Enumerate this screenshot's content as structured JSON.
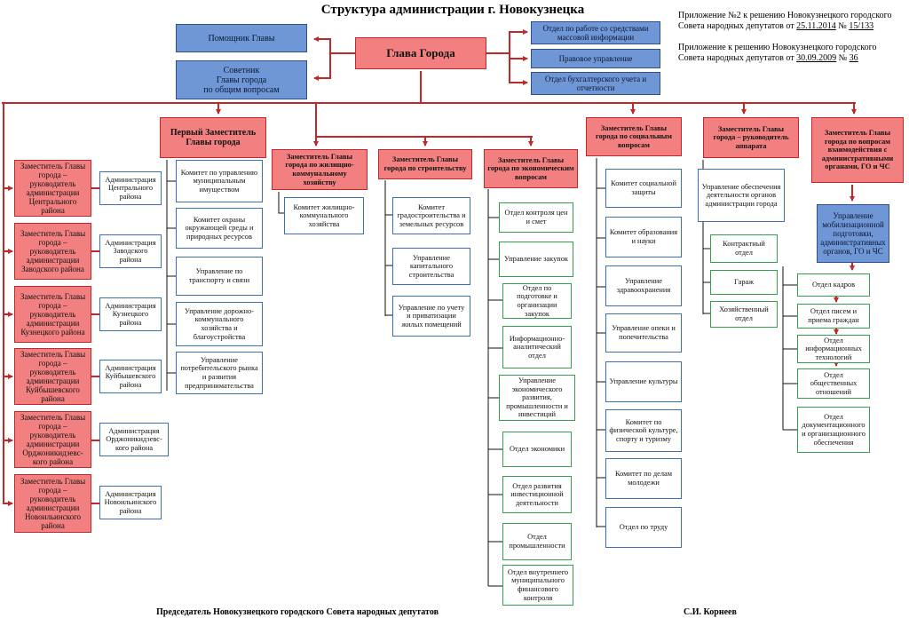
{
  "header": {
    "title": "Структура администрации г. Новокузнецка",
    "appendix2_line1": "Приложение №2 к решению Новокузнецкого городского",
    "appendix2_line2_prefix": "Совета народных депутатов от ",
    "appendix2_date": "25.11.2014",
    "appendix2_no_label": " № ",
    "appendix2_no": "15/133",
    "appendix1_line1": "Приложение  к решению Новокузнецкого городского",
    "appendix1_line2_prefix": "Совета народных депутатов от ",
    "appendix1_date": "30.09.2009",
    "appendix1_no_label": " № ",
    "appendix1_no": "36"
  },
  "footer": {
    "left": "Председатель Новокузнецкого городского Совета народных депутатов",
    "right": "С.И. Корнеев"
  },
  "colors": {
    "red_fill": "#f28080",
    "red_border": "#c0282a",
    "blue_fill": "#6f97d6",
    "blue_border": "#3d6fb4",
    "green_border": "#35a04b"
  },
  "head": "Глава Города",
  "top_left": [
    "Помощник Главы",
    "Советник\nГлавы города\nпо общим  вопросам"
  ],
  "top_right": [
    "Отдел по работе со средствами массовой информации",
    "Правовое управление",
    "Отдел бухгалтерского учета и отчетности"
  ],
  "districts": [
    {
      "head": "Заместитель Главы города – руководитель администрации Центрального района",
      "admin": "Администрация Центрального района"
    },
    {
      "head": "Заместитель Главы города – руководитель администрации Заводского района",
      "admin": "Администрация Заводского района"
    },
    {
      "head": "Заместитель Главы города – руководитель администрации Кузнецкого района",
      "admin": "Администрация Кузнецкого района"
    },
    {
      "head": "Заместитель Главы города – руководитель администрации Куйбышевского района",
      "admin": "Администрация Куйбышевского района"
    },
    {
      "head": "Заместитель Главы города – руководитель администрации Орджоникидзевс-кого района",
      "admin": "Администрация Орджоникидзевс-кого района"
    },
    {
      "head": "Заместитель Главы города – руководитель администрации Новоильинского района",
      "admin": "Администрация Новоильинского района"
    }
  ],
  "first_deputy": {
    "head": "Первый Заместитель Главы города",
    "units": [
      "Комитет по управлению муниципальным имуществом",
      "Комитет охраны окружающей среды и природных ресурсов",
      "Управление по транспорту и связи",
      "Управление дорожно-коммунального хозяйства и благоустройства",
      "Управление потребительского рынка и развития предпринимательства"
    ]
  },
  "housing": {
    "head": "Заместитель Главы города по жилищно-коммунальному хозяйству",
    "units": [
      "Комитет жилищно-коммунального хозяйства"
    ]
  },
  "construction": {
    "head": "Заместитель Главы города по строительству",
    "units": [
      "Комитет градостроительства и земельных ресурсов",
      "Управление капитального строительства",
      "Управление по учету и приватизации жилых помещений"
    ]
  },
  "economy": {
    "head": "Заместитель Главы города по экономическим вопросам",
    "units": [
      "Отдел контроля цен и смет",
      "Управление закупок",
      "Отдел по подготовке и организации закупок",
      "Информационно-аналитический отдел",
      "Управление экономического развития, промышленности и инвестиций",
      "Отдел экономики",
      "Отдел развития инвестиционной деятельности",
      "Отдел промышленности",
      "Отдел внутреннего муниципального финансового контроля"
    ]
  },
  "social": {
    "head": "Заместитель Главы города по социальным вопросам",
    "units": [
      "Комитет социальной защиты",
      "Комитет образования и науки",
      "Управление здравоохранения",
      "Управление опеки и попечительства",
      "Управление культуры",
      "Комитет по физической культуре, спорту и туризму",
      "Комитет по делам молодежи",
      "Отдел по труду"
    ]
  },
  "apparatus": {
    "head": "Заместитель Главы города – руководитель аппарата",
    "units": [
      "Управление обеспечения деятельности органов администрации города",
      "Контрактный отдел",
      "Гараж",
      "Хозяйственный отдел"
    ],
    "right_units": [
      "Отдел кадров",
      "Отдел писем и приема граждан",
      "Отдел информационных технологий",
      "Отдел общественных отношений",
      "Отдел документационного и организационного обеспечения"
    ]
  },
  "interaction": {
    "head": "Заместитель Главы города по вопросам взаимодействия с административными органами, ГО и ЧС",
    "units": [
      "Управление мобилизационной подготовки, административных органов, ГО и ЧС"
    ]
  }
}
